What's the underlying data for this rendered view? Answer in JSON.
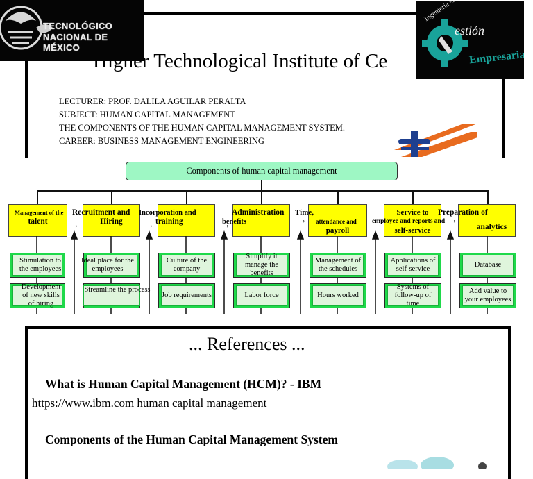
{
  "top_slide": {
    "title": "Higher Technological Institute of Ce",
    "title_overlap": "laya",
    "lecturer": "LECTURER: PROF. DALILA AGUILAR PERALTA",
    "subject": "SUBJECT: HUMAN CAPITAL MANAGEMENT",
    "topic": "THE COMPONENTS OF THE HUMAN CAPITAL MANAGEMENT SYSTEM.",
    "career": "CAREER: BUSINESS MANAGEMENT ENGINEERING",
    "logo_left_line1": "TECNOLÓGICO",
    "logo_left_line2": "NACIONAL DE MÉXICO",
    "logo_right_top": "Ingeniería en",
    "logo_right_mid": "estión",
    "logo_right_bottom": "Empresarial"
  },
  "diagram": {
    "header": "Components of human capital management",
    "columns": [
      {
        "title_a": "Management of the",
        "title_b": "talent",
        "items": [
          "Stimulation to the employees",
          "Development of new skills of hiring"
        ]
      },
      {
        "title_a": "Recruitment and",
        "title_b": "Hiring",
        "items": [
          "Ideal place for the employees",
          "Streamline the process"
        ]
      },
      {
        "title_a": "Incorporation and",
        "title_b": "training",
        "items": [
          "Culture of the company",
          "Job requirements"
        ]
      },
      {
        "title_a": "Administration",
        "title_b": "benefits",
        "items": [
          "Simplify it manage the benefits",
          "Labor force"
        ]
      },
      {
        "title_a": "Time,",
        "title_b": "attendance and",
        "title_c": "payroll",
        "items": [
          "Management of the schedules",
          "Hours worked"
        ]
      },
      {
        "title_a": "Service to",
        "title_b": "employee and reports and",
        "title_c": "self-service",
        "items": [
          "Applications of self-service",
          "Systems of follow-up of time"
        ]
      },
      {
        "title_a": "Preparation of",
        "title_b": "analytics",
        "items": [
          "Database",
          "Add value to your employees"
        ]
      }
    ]
  },
  "references": {
    "title": "... References ...",
    "ref1_title": "What is Human Capital Management (HCM)? - IBM",
    "ref1_url": "https://www.ibm.com human capital management",
    "ref2_title": "Components of the Human Capital Management System"
  },
  "colors": {
    "header_box": "#9ef7c4",
    "category_box": "#ffff00",
    "item_box": "#1fd94a",
    "logo_teal": "#19a39a",
    "logo_orange": "#e86b1f"
  }
}
